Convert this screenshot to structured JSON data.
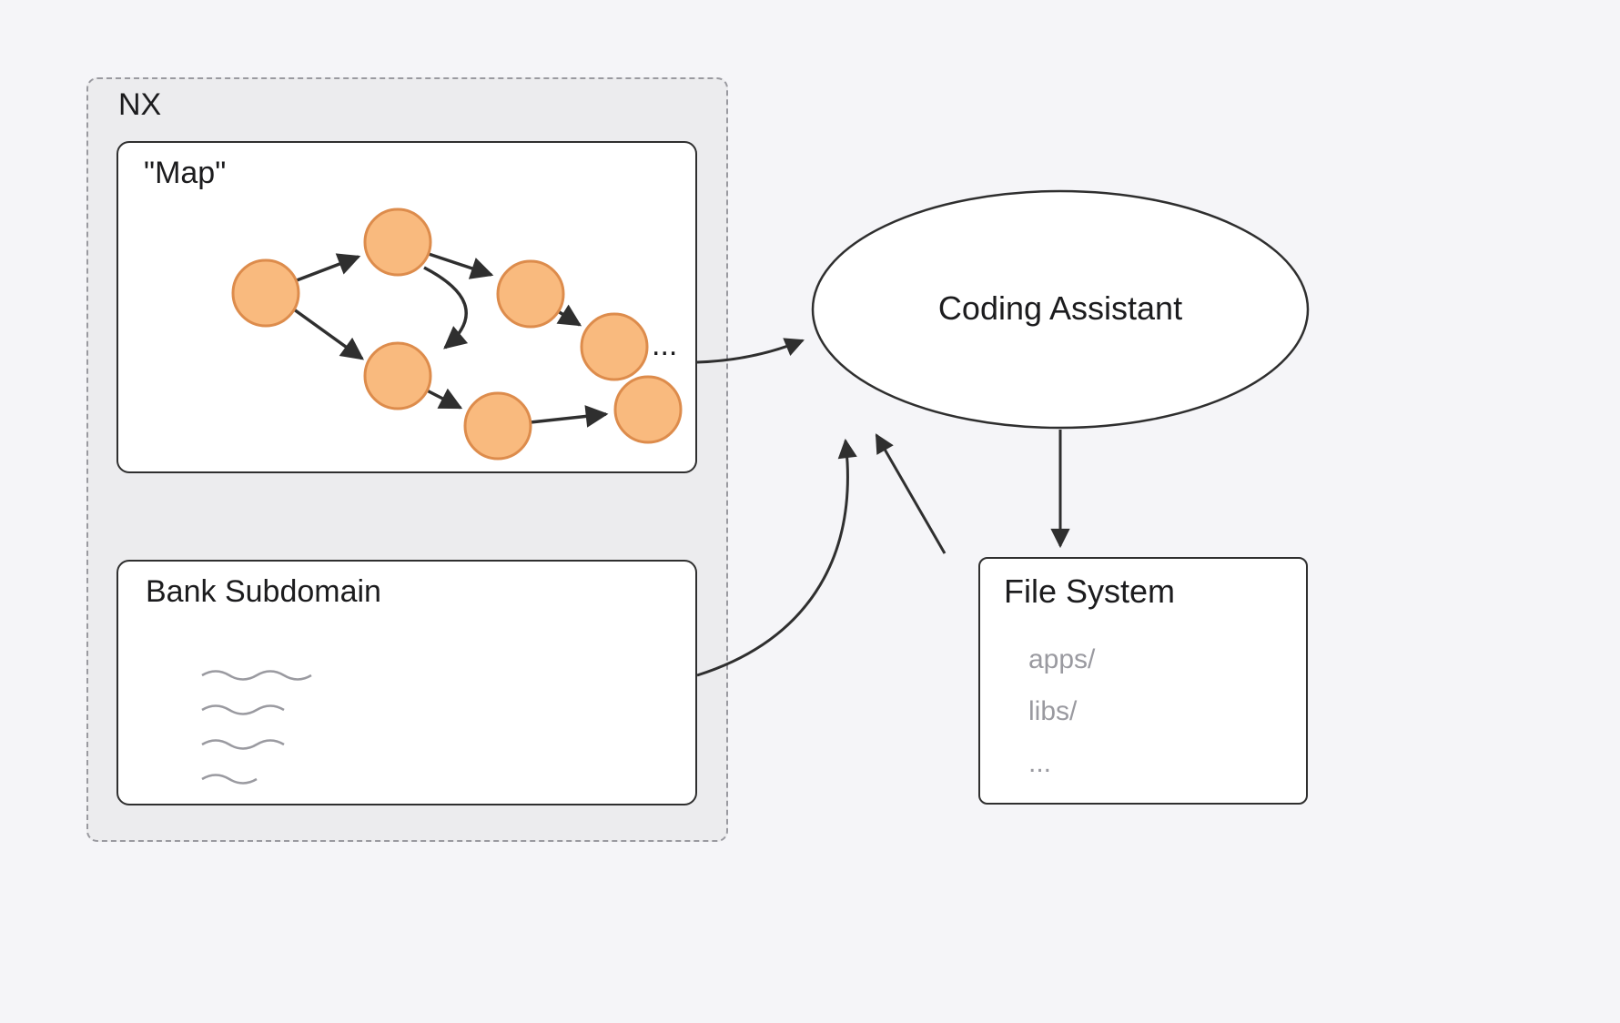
{
  "diagram": {
    "nx_group": {
      "label": "NX"
    },
    "map_box": {
      "label": "\"Map\"",
      "ellipsis": "..."
    },
    "bank_box": {
      "label": "Bank Subdomain"
    },
    "assistant": {
      "label": "Coding Assistant"
    },
    "file_system": {
      "label": "File System",
      "items": [
        "apps/",
        "libs/",
        "..."
      ]
    },
    "colors": {
      "background": "#F5F5F8",
      "group_fill": "#ECECEE",
      "group_border": "#9A9AA0",
      "box_border": "#2F2F2F",
      "node_fill": "#F9BA7E",
      "node_stroke": "#DD8C4C",
      "arrow": "#2F2F2F",
      "muted_text": "#9A9AA0"
    }
  }
}
